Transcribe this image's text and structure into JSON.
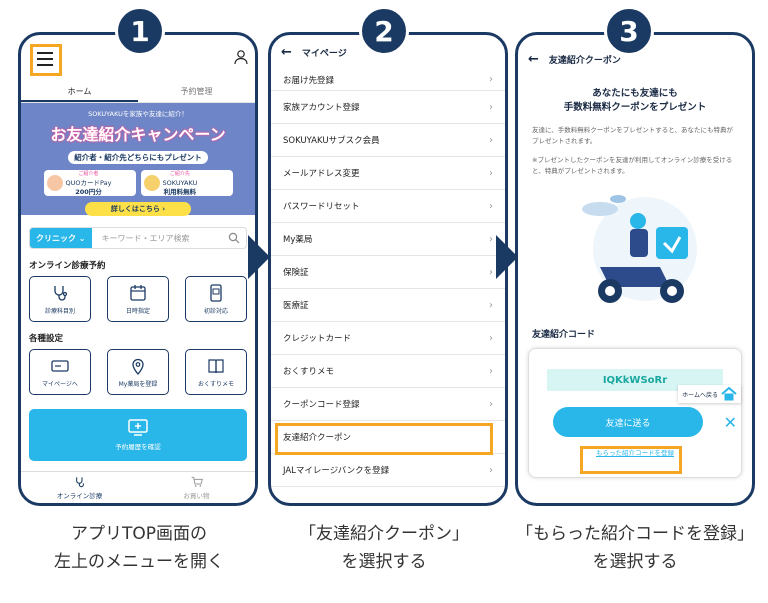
{
  "steps": [
    "1",
    "2",
    "3"
  ],
  "screen1": {
    "tabs": [
      "ホーム",
      "予約管理"
    ],
    "banner": {
      "top_text": "SOKUYAKUを家族や友達に紹介！",
      "title": "お友達紹介キャンペーン",
      "subtitle": "紹介者・紹介先どちらにもプレゼント",
      "card1_tag": "ご紹介者",
      "card1_text_a": "QUOカードPay",
      "card1_text_b": "200円分",
      "card2_tag": "ご紹介先",
      "card2_text_a": "SOKUYAKU",
      "card2_text_b": "利用料無料",
      "details_button": "詳しくはこちら ›"
    },
    "search": {
      "category": "クリニック",
      "placeholder": "キーワード・エリア検索"
    },
    "section_online": "オンライン診療予約",
    "online_items": [
      "診療科目別",
      "日時指定",
      "初診対応"
    ],
    "section_settings": "各種設定",
    "settings_items": [
      "マイページへ",
      "My薬局を登録",
      "おくすりメモ"
    ],
    "reserve_label": "予約履歴を確認",
    "bottom_nav": [
      "オンライン診療",
      "お買い物"
    ]
  },
  "screen2": {
    "title": "マイページ",
    "items": [
      "お届け先登録",
      "家族アカウント登録",
      "SOKUYAKUサブスク会員",
      "メールアドレス変更",
      "パスワードリセット",
      "My薬局",
      "保険証",
      "医療証",
      "クレジットカード",
      "おくすりメモ",
      "クーポンコード登録",
      "友達紹介クーポン",
      "JALマイレージバンクを登録"
    ]
  },
  "screen3": {
    "title": "友達紹介クーポン",
    "heading_a": "あなたにも友達にも",
    "heading_b": "手数料無料クーポンをプレゼント",
    "body1": "友達に、手数料無料クーポンをプレゼントすると、あなたにも特典がプレゼントされます。",
    "body2": "※プレゼントしたクーポンを友達が利用してオンライン診療を受けると、特典がプレゼントされます。",
    "code_label": "友達紹介コード",
    "code": "IQKkWSoRr",
    "home_tip": "ホームへ戻る",
    "send_button": "友達に送る",
    "register_link": "もらった紹介コードを登録"
  },
  "captions": {
    "c1_a": "アプリTOP画面の",
    "c1_b": "左上のメニューを開く",
    "c2_a": "「友達紹介クーポン」",
    "c2_b": "を選択する",
    "c3_a": "「もらった紹介コードを登録」",
    "c3_b": "を選択する"
  },
  "colors": {
    "navy": "#1b3a63",
    "accent": "#29b6e8",
    "highlight": "#f5a623"
  }
}
